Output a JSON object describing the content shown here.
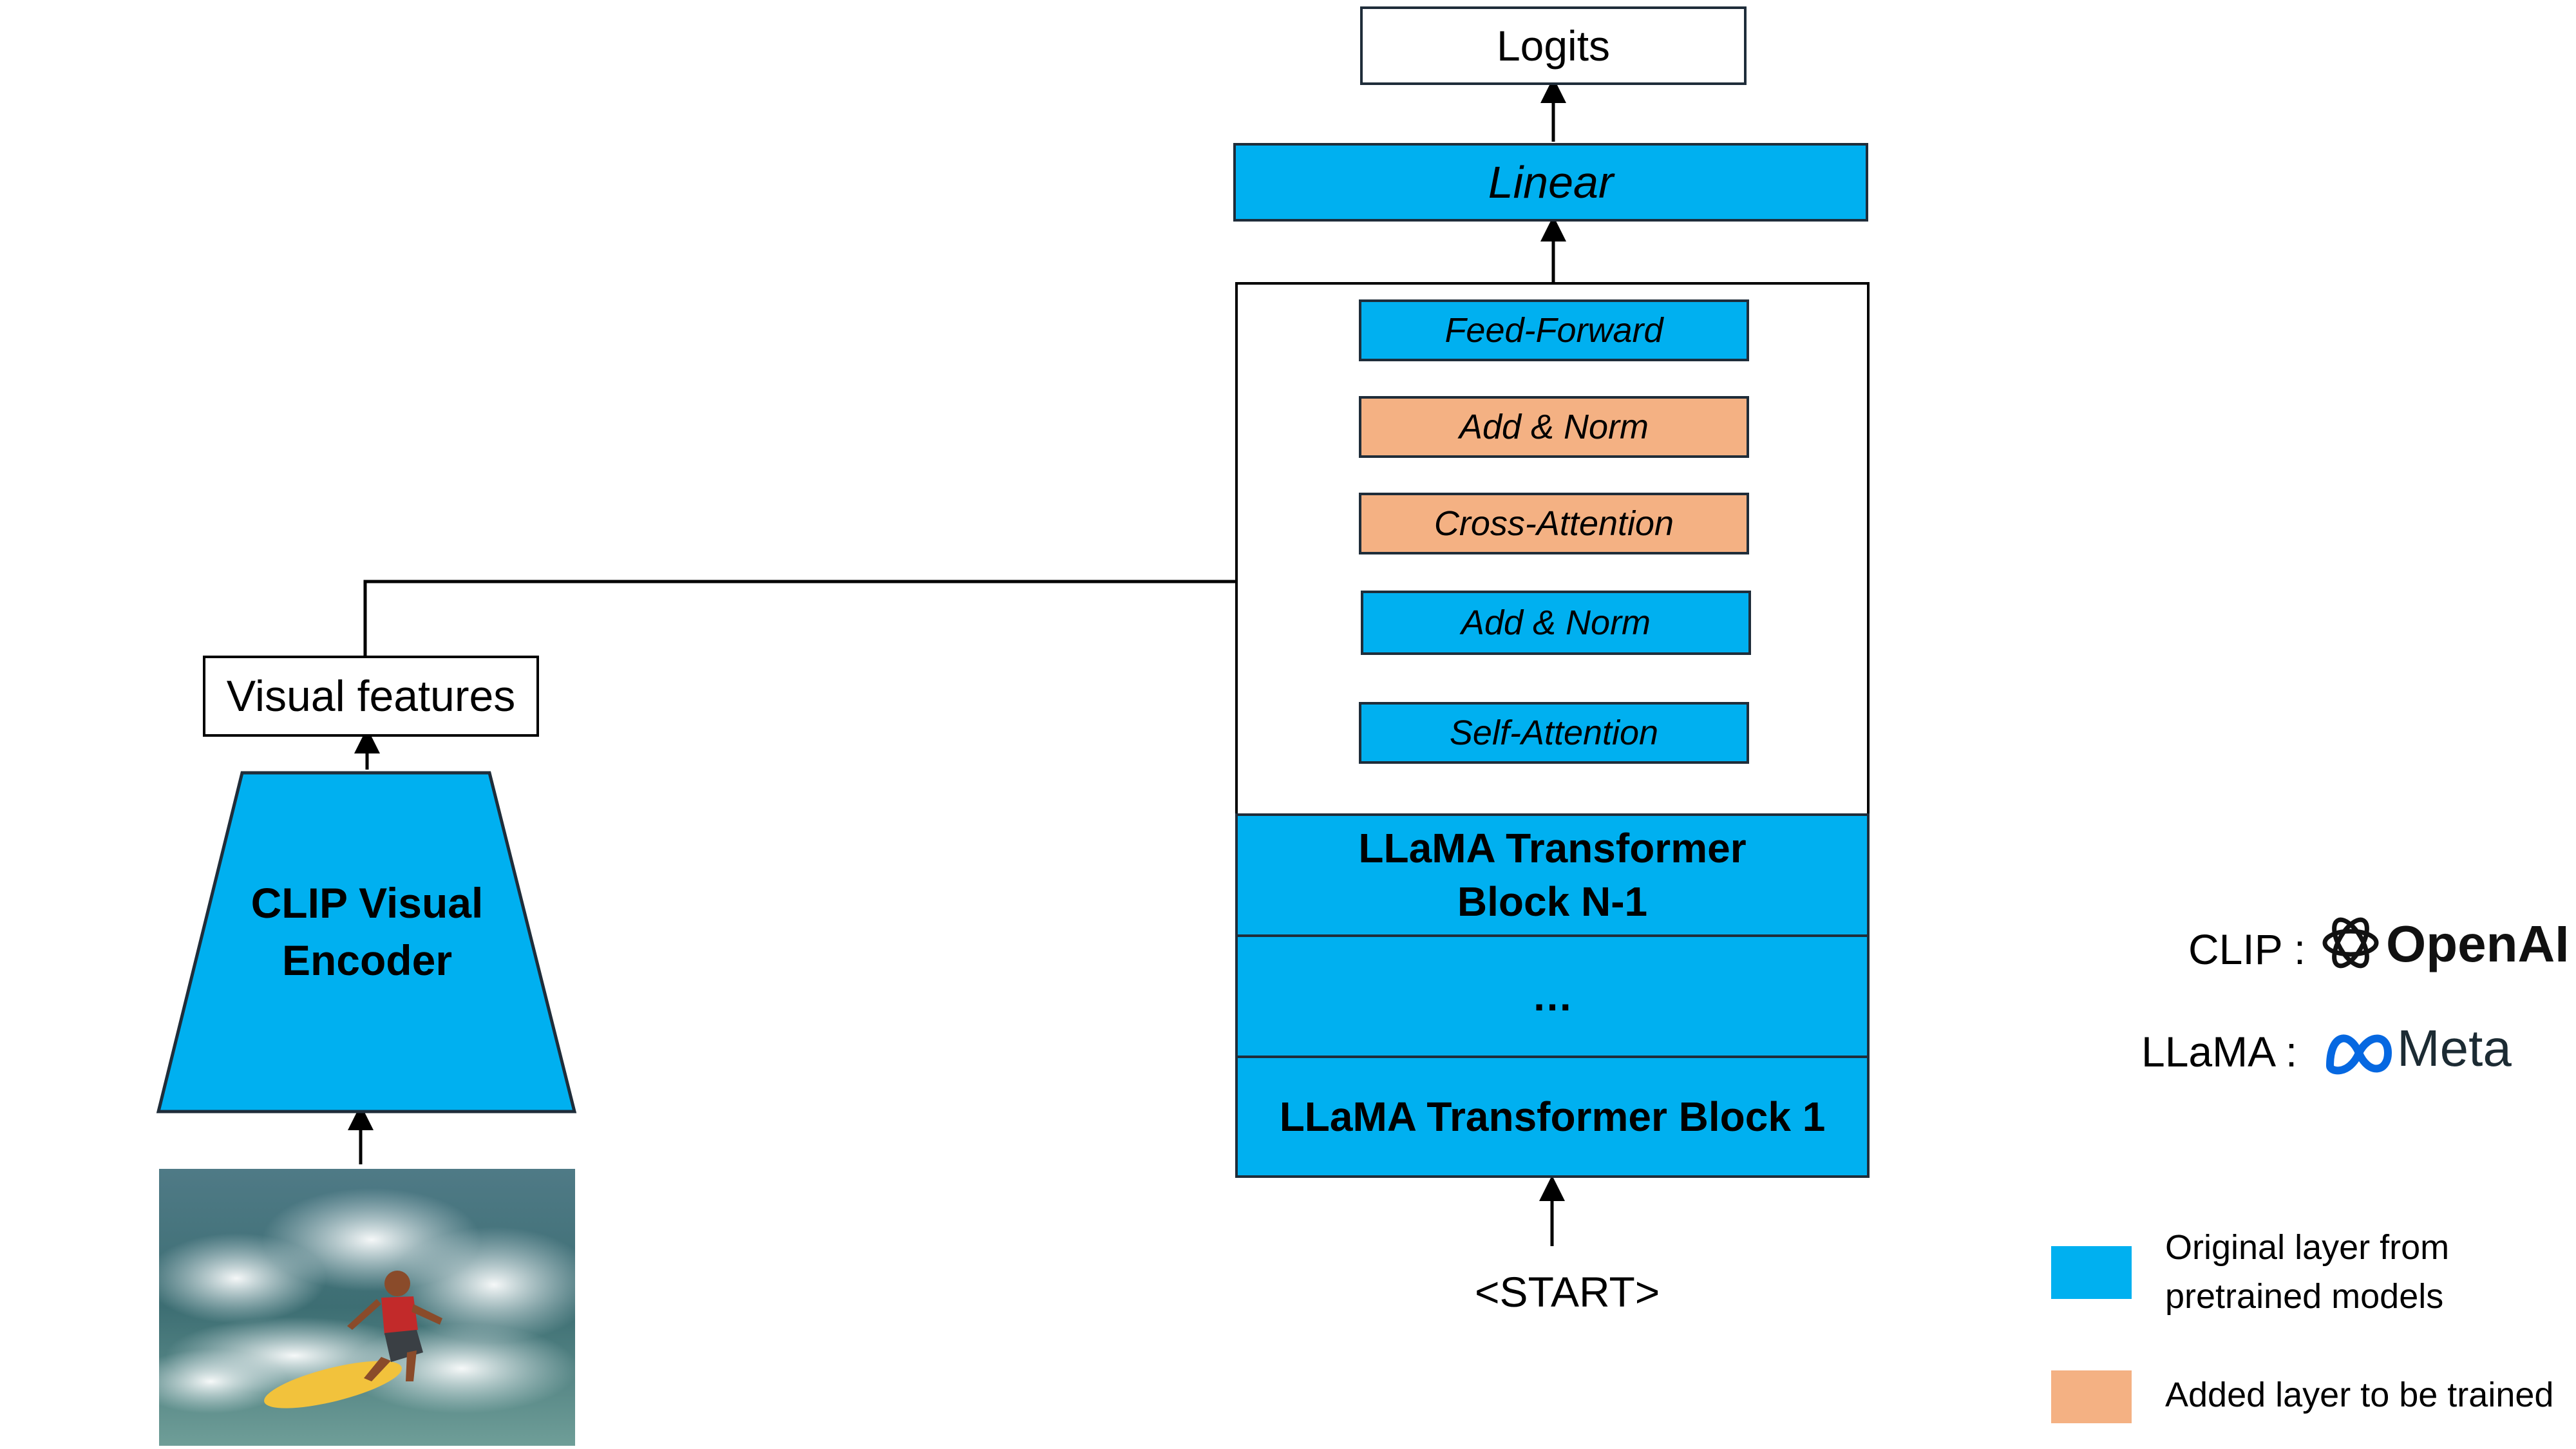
{
  "diagram": {
    "output_label": "Logits",
    "linear_label": "Linear",
    "feed_forward_label": "Feed-Forward",
    "add_norm_top_label": "Add & Norm",
    "cross_attention_label": "Cross-Attention",
    "add_norm_bottom_label": "Add & Norm",
    "self_attention_label": "Self-Attention",
    "block_n1_label": "LLaMA Transformer Block N-1",
    "ellipsis_label": "…",
    "block_1_label": "LLaMA Transformer Block 1",
    "start_label": "<START>",
    "visual_features_label": "Visual features",
    "clip_encoder_label": "CLIP Visual Encoder"
  },
  "sources": {
    "clip_label": "CLIP :",
    "openai_name": "OpenAI",
    "llama_label": "LLaMA :",
    "meta_name": "Meta"
  },
  "legend": {
    "original_label": "Original layer from pretrained models",
    "added_label": "Added layer to be trained"
  },
  "colors": {
    "pretrained": "#00b0f0",
    "trainable": "#f4b183"
  }
}
